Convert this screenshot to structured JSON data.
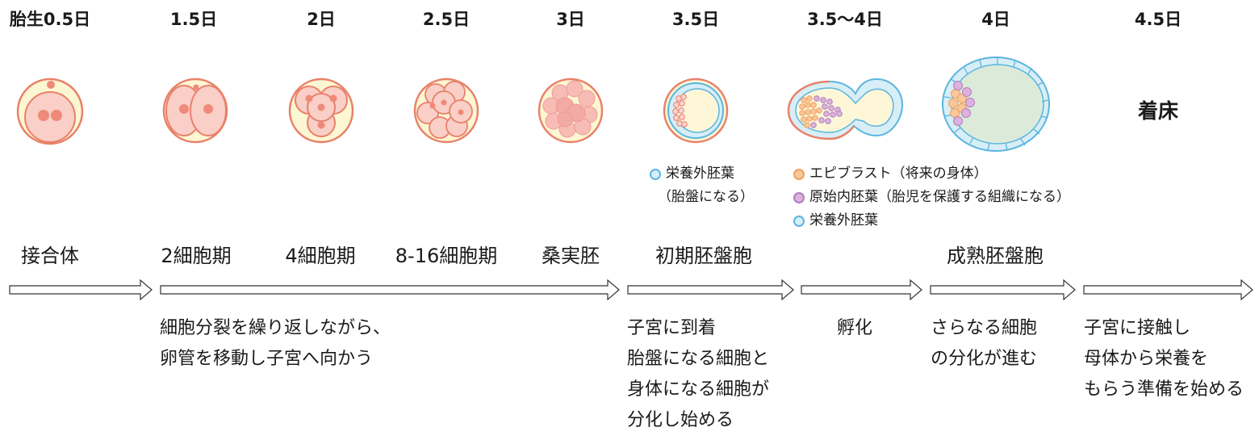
{
  "days": [
    "胎生0.5日",
    "1.5日",
    "2日",
    "2.5日",
    "3日",
    "3.5日",
    "3.5〜4日",
    "4日",
    "4.5日"
  ],
  "stages": {
    "zygote": "接合体",
    "two_cell": "2細胞期",
    "four_cell": "4細胞期",
    "eight_sixteen": "8-16細胞期",
    "morula": "桑実胚",
    "early_blastocyst": "初期胚盤胞",
    "mature_blastocyst": "成熟胚盤胞"
  },
  "implantation_label": "着床",
  "legend_early": {
    "line1": "栄養外胚葉",
    "line2": "（胎盤になる）"
  },
  "legend_mature": [
    {
      "label": "エピブラスト（将来の身体）",
      "color": "#f9c79a"
    },
    {
      "label": "原始内胚葉（胎児を保護する組織になる）",
      "color": "#dcb1dc"
    },
    {
      "label": "栄養外胚葉",
      "color": "#d8eef7"
    }
  ],
  "descriptions": {
    "travel": [
      "細胞分裂を繰り返しながら、",
      "卵管を移動し子宮へ向かう"
    ],
    "arrive": [
      "子宮に到着",
      "胎盤になる細胞と",
      "身体になる細胞が",
      "分化し始める"
    ],
    "hatch": [
      "孵化"
    ],
    "differentiate": [
      "さらなる細胞",
      "の分化が進む"
    ],
    "contact": [
      "子宮に接触し",
      "母体から栄養を",
      "もらう準備を始める"
    ]
  },
  "colors": {
    "zona_fill": "#fdf6d3",
    "zona_stroke": "#e8816a",
    "cell_fill": "#f9cfc7",
    "nucleus": "#ef8a7a",
    "trophectoderm_fill": "#d8eef7",
    "trophectoderm_stroke": "#5ab5e0",
    "cavity": "#fdf7d8",
    "mature_cavity": "#dcebd9",
    "epiblast": "#f9c79a",
    "epiblast_stroke": "#f0a060",
    "endoderm": "#dcb1dc",
    "endoderm_stroke": "#b07fc0"
  }
}
